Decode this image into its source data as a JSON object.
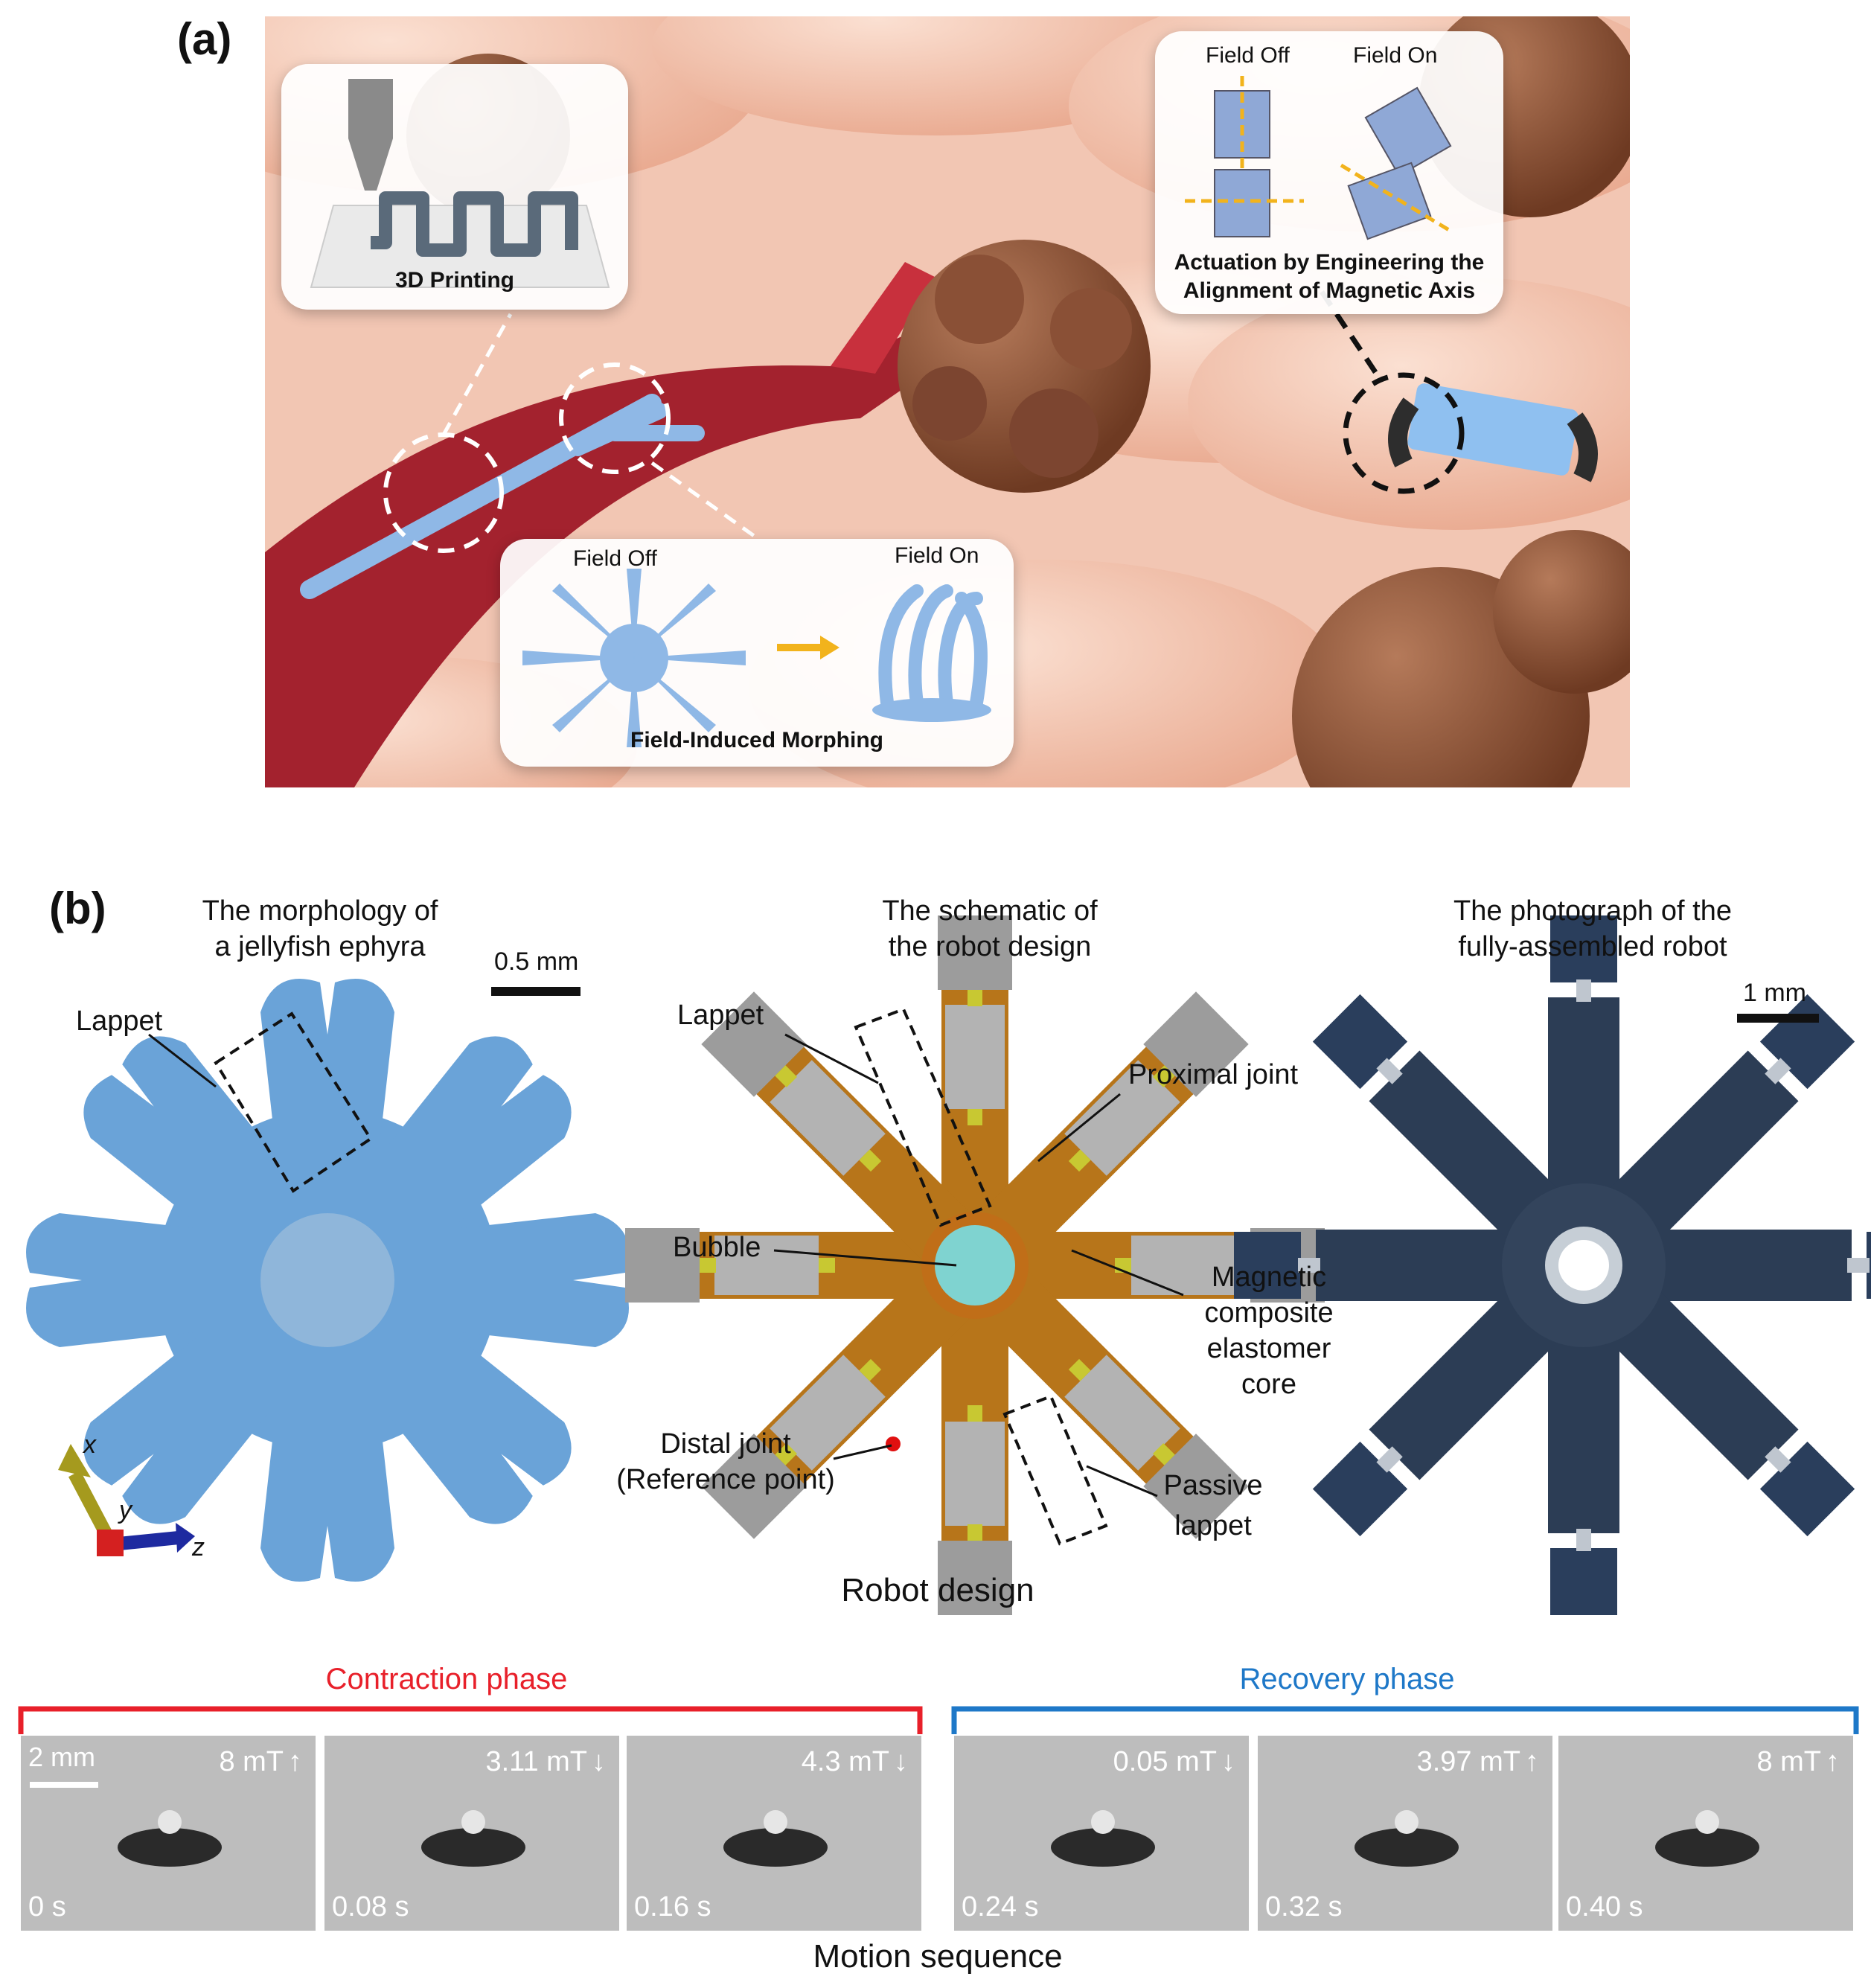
{
  "panel_a": {
    "label": "(a)",
    "printing_label": "3D Printing",
    "axis_card": {
      "field_off": "Field Off",
      "field_on": "Field On",
      "caption_line1": "Actuation by Engineering the",
      "caption_line2": "Alignment of Magnetic Axis"
    },
    "morph_card": {
      "field_off": "Field Off",
      "field_on": "Field On",
      "caption": "Field-Induced Morphing"
    }
  },
  "panel_b": {
    "label": "(b)",
    "col1": {
      "title_line1": "The morphology of",
      "title_line2": "a jellyfish ephyra",
      "scale": "0.5 mm",
      "lappet": "Lappet",
      "axis_x": "x",
      "axis_y": "y",
      "axis_z": "z"
    },
    "col2": {
      "title_line1": "The schematic of",
      "title_line2": "the robot design",
      "lappet": "Lappet",
      "proximal_joint": "Proximal joint",
      "bubble": "Bubble",
      "core_line1": "Magnetic",
      "core_line2": "composite",
      "core_line3": "elastomer",
      "core_line4": "core",
      "distal_line1": "Distal joint",
      "distal_line2": "(Reference point)",
      "passive_line1": "Passive",
      "passive_line2": "lappet"
    },
    "col3": {
      "title_line1": "The photograph of the",
      "title_line2": "fully-assembled robot",
      "scale": "1 mm"
    },
    "robot_design_caption": "Robot design"
  },
  "motion": {
    "contraction_label": "Contraction phase",
    "recovery_label": "Recovery phase",
    "scale": "2 mm",
    "caption": "Motion sequence",
    "colors": {
      "contraction": "#e8202a",
      "recovery": "#1e78c8"
    },
    "frames": [
      {
        "field": "8 mT",
        "arrow": "↑",
        "time": "0 s"
      },
      {
        "field": "3.11 mT",
        "arrow": "↓",
        "time": "0.08 s"
      },
      {
        "field": "4.3 mT",
        "arrow": "↓",
        "time": "0.16 s"
      },
      {
        "field": "0.05 mT",
        "arrow": "↓",
        "time": "0.24 s"
      },
      {
        "field": "3.97 mT",
        "arrow": "↑",
        "time": "0.32 s"
      },
      {
        "field": "8 mT",
        "arrow": "↑",
        "time": "0.40 s"
      }
    ]
  }
}
